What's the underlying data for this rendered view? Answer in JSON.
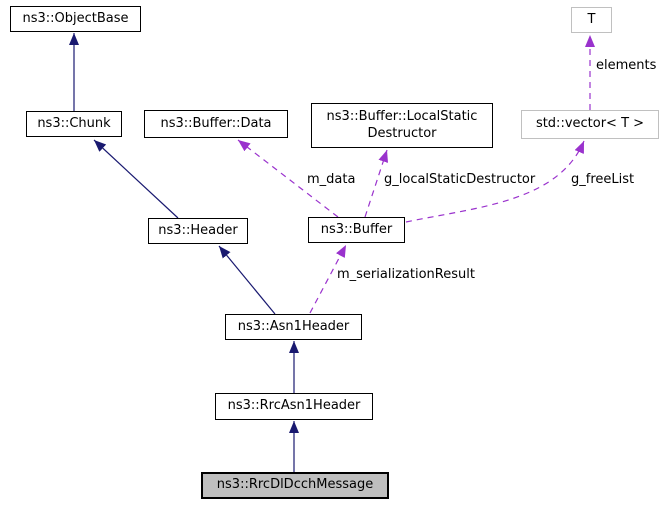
{
  "diagram": {
    "nodes": [
      {
        "label": "ns3::ObjectBase"
      },
      {
        "label": "T",
        "external": true
      },
      {
        "label": "ns3::Chunk"
      },
      {
        "label": "ns3::Buffer::Data"
      },
      {
        "label": "ns3::Buffer::LocalStatic\nDestructor"
      },
      {
        "label": "std::vector< T >",
        "external": true
      },
      {
        "label": "ns3::Header"
      },
      {
        "label": "ns3::Buffer"
      },
      {
        "label": "ns3::Asn1Header"
      },
      {
        "label": "ns3::RrcAsn1Header"
      },
      {
        "label": "ns3::RrcDlDcchMessage",
        "current": true
      }
    ],
    "edges": [
      {
        "from": "ns3::Chunk",
        "to": "ns3::ObjectBase",
        "type": "inheritance",
        "label": ""
      },
      {
        "from": "ns3::Header",
        "to": "ns3::Chunk",
        "type": "inheritance",
        "label": ""
      },
      {
        "from": "ns3::Asn1Header",
        "to": "ns3::Header",
        "type": "inheritance",
        "label": ""
      },
      {
        "from": "ns3::RrcAsn1Header",
        "to": "ns3::Asn1Header",
        "type": "inheritance",
        "label": ""
      },
      {
        "from": "ns3::RrcDlDcchMessage",
        "to": "ns3::RrcAsn1Header",
        "type": "inheritance",
        "label": ""
      },
      {
        "from": "ns3::Buffer",
        "to": "ns3::Buffer::Data",
        "type": "usage",
        "label": "m_data"
      },
      {
        "from": "ns3::Buffer",
        "to": "ns3::Buffer::LocalStaticDestructor",
        "type": "usage",
        "label": "g_localStaticDestructor"
      },
      {
        "from": "ns3::Buffer",
        "to": "std::vector< T >",
        "type": "usage",
        "label": "g_freeList"
      },
      {
        "from": "std::vector< T >",
        "to": "T",
        "type": "usage",
        "label": "elements"
      },
      {
        "from": "ns3::Asn1Header",
        "to": "ns3::Buffer",
        "type": "usage",
        "label": "m_serializationResult"
      }
    ],
    "colors": {
      "inheritance": "#191970",
      "usage": "#9a32cd",
      "node_border": "#000000",
      "external_border": "#c0c0c0",
      "current_fill": "#bfbfbf",
      "text": "#000000",
      "background": "#ffffff"
    }
  }
}
